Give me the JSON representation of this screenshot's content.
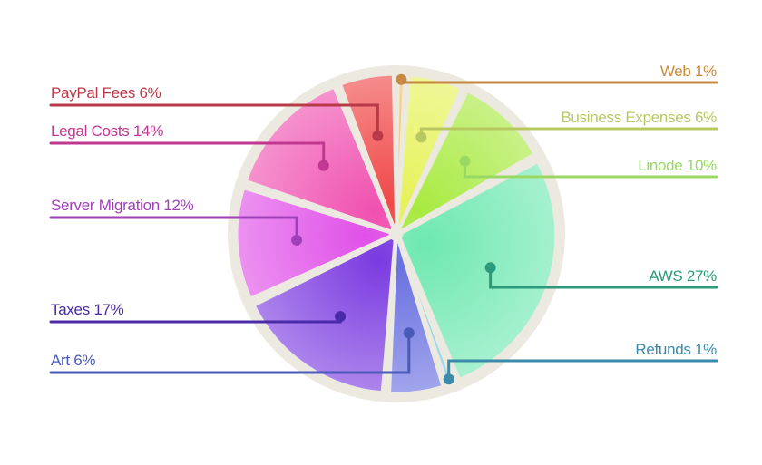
{
  "chart_data": {
    "type": "pie",
    "title": "",
    "slices": [
      {
        "label": "Web 1%",
        "name": "Web",
        "value": 1,
        "color": "#f0c060",
        "line_color": "#c88a40",
        "side": "right"
      },
      {
        "label": "Business Expenses 6%",
        "name": "Business Expenses",
        "value": 6,
        "color": "#e6f25a",
        "line_color": "#b8c860",
        "side": "right"
      },
      {
        "label": "Linode 10%",
        "name": "Linode",
        "value": 10,
        "color": "#a8ea40",
        "line_color": "#9ad864",
        "side": "right"
      },
      {
        "label": "AWS 27%",
        "name": "AWS",
        "value": 27,
        "color": "#6ee8b0",
        "line_color": "#2a9a7a",
        "side": "right"
      },
      {
        "label": "Refunds 1%",
        "name": "Refunds",
        "value": 1,
        "color": "#7cc8e8",
        "line_color": "#3a8aaa",
        "side": "right"
      },
      {
        "label": "Art 6%",
        "name": "Art",
        "value": 6,
        "color": "#6a70e0",
        "line_color": "#4a5ab8",
        "side": "left"
      },
      {
        "label": "Taxes 17%",
        "name": "Taxes",
        "value": 17,
        "color": "#7a3ae0",
        "line_color": "#4a2aa8",
        "side": "left"
      },
      {
        "label": "Server Migration 12%",
        "name": "Server Migration",
        "value": 12,
        "color": "#e050e8",
        "line_color": "#a040b8",
        "side": "left"
      },
      {
        "label": "Legal Costs 14%",
        "name": "Legal Costs",
        "value": 14,
        "color": "#f050b0",
        "line_color": "#c03890",
        "side": "left"
      },
      {
        "label": "PayPal Fees 6%",
        "name": "PayPal Fees",
        "value": 6,
        "color": "#f04848",
        "line_color": "#b83a48",
        "side": "left"
      }
    ]
  }
}
